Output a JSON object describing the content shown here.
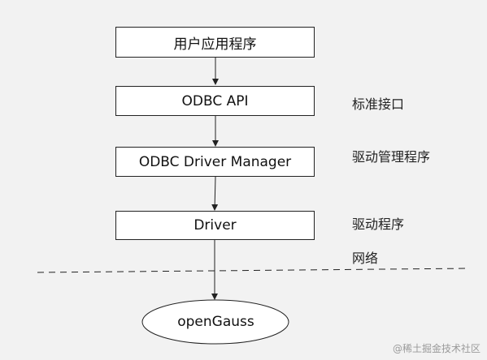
{
  "boxes": {
    "app": "用户应用程序",
    "odbc_api": "ODBC API",
    "driver_manager": "ODBC Driver Manager",
    "driver": "Driver"
  },
  "side_labels": {
    "standard_interface": "标准接口",
    "driver_manager_program": "驱动管理程序",
    "driver_program": "驱动程序",
    "network": "网络"
  },
  "database": "openGauss",
  "watermark": "@稀土掘金技术社区"
}
